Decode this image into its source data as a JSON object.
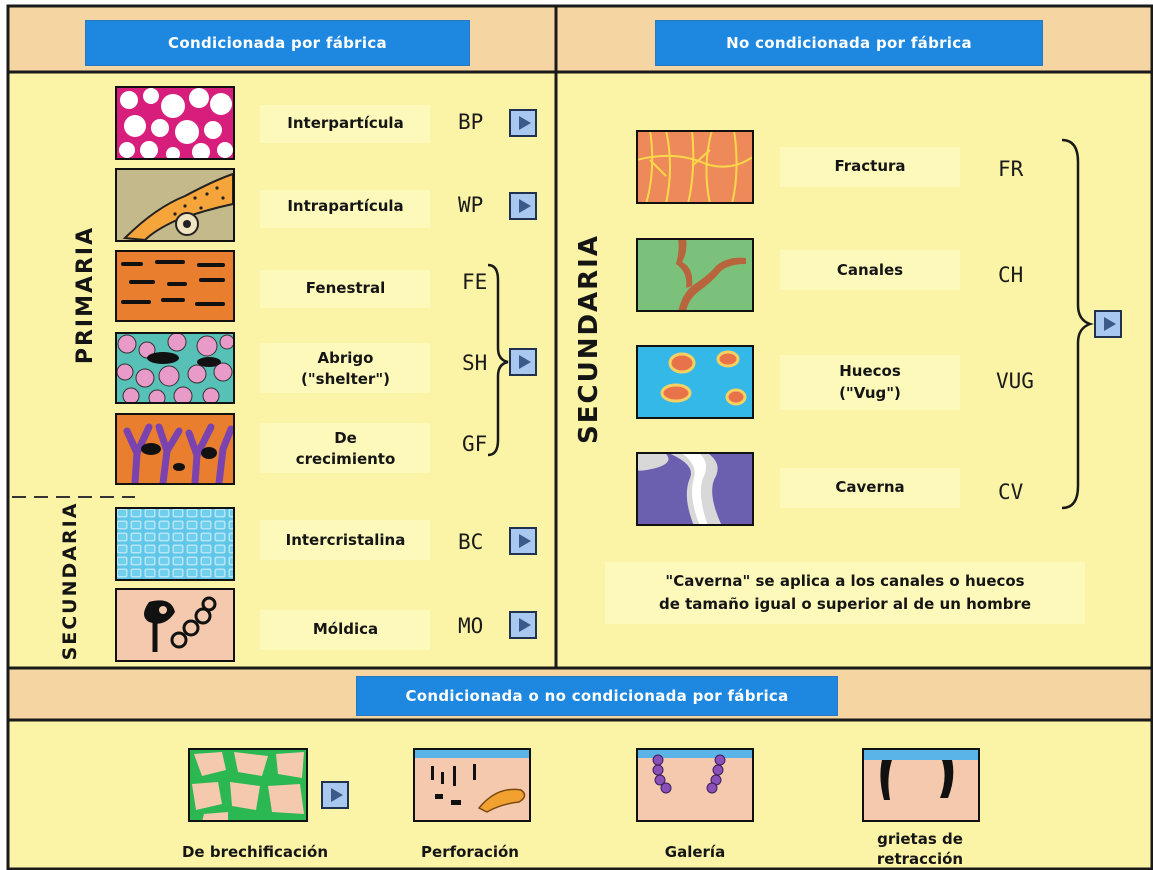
{
  "headers": {
    "fabric": "Condicionada por fábrica",
    "no_fabric": "No condicionada por fábrica",
    "either": "Condicionada o no condicionada por fábrica"
  },
  "side_labels": {
    "primaria": "PRIMARIA",
    "secundaria_left": "SECUNDARIA",
    "secundaria_right": "SECUNDARIA"
  },
  "left_rows": [
    {
      "name": "Interpartícula",
      "code": "BP"
    },
    {
      "name": "Intrapartícula",
      "code": "WP"
    },
    {
      "name": "Fenestral",
      "code": "FE"
    },
    {
      "name": "Abrigo",
      "name2": "(\"shelter\")",
      "code": "SH"
    },
    {
      "name": "De",
      "name2": "crecimiento",
      "code": "GF"
    },
    {
      "name": "Intercristalina",
      "code": "BC"
    },
    {
      "name": "Móldica",
      "code": "MO"
    }
  ],
  "right_rows": [
    {
      "name": "Fractura",
      "code": "FR"
    },
    {
      "name": "Canales",
      "code": "CH"
    },
    {
      "name": "Huecos",
      "name2": "(\"Vug\")",
      "code": "VUG"
    },
    {
      "name": "Caverna",
      "code": "CV"
    }
  ],
  "note": {
    "line1": "\"Caverna\" se aplica a los canales o huecos",
    "line2": "de tamaño igual o superior al de un hombre"
  },
  "bottom_items": [
    {
      "name": "De brechificación"
    },
    {
      "name": "Perforación"
    },
    {
      "name": "Galería"
    },
    {
      "name": "grietas de",
      "name2": "retracción"
    }
  ],
  "colors": {
    "panel_yellow": "#fbf4a6",
    "header_band": "#f5d6a2",
    "header_blue": "#1e88e0",
    "border": "#1a1a1a"
  }
}
